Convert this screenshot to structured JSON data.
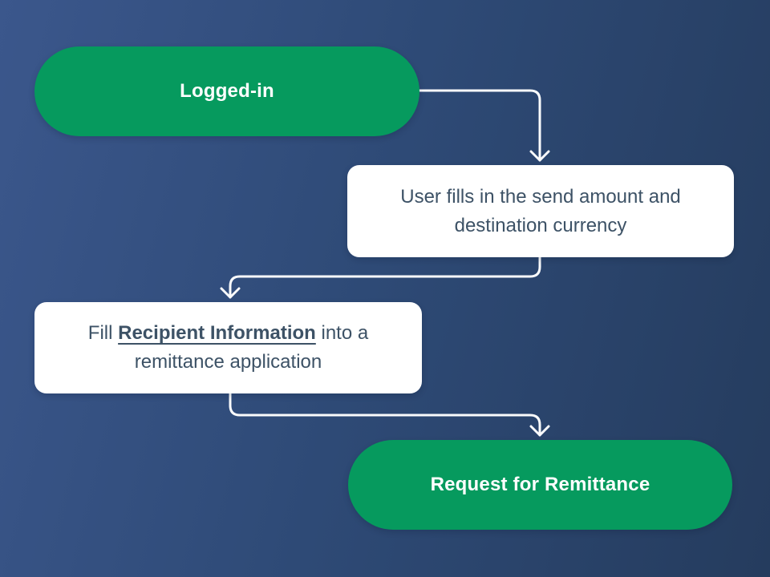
{
  "colors": {
    "bg_left": "#3b578c",
    "bg_mid": "#2e4a76",
    "bg_right": "#253c5e",
    "node_green": "#069a5e",
    "node_white": "#ffffff",
    "text_on_green": "#ffffff",
    "text_on_white": "#3d5266",
    "connector_color": "#fafbfc"
  },
  "flowchart": {
    "type": "flowchart",
    "direction": "top-to-bottom",
    "nodes": [
      {
        "id": "logged-in",
        "shape": "pill",
        "fill": "green",
        "label": "Logged-in"
      },
      {
        "id": "user-fills-send-amount",
        "shape": "rounded-rect",
        "fill": "white",
        "label": "User fills in the send amount and destination currency"
      },
      {
        "id": "fill-recipient-information",
        "shape": "rounded-rect",
        "fill": "white",
        "label_prefix": "Fill ",
        "label_highlight": "Recipient Information",
        "label_suffix": " into a remittance application"
      },
      {
        "id": "request-for-remittance",
        "shape": "pill",
        "fill": "green",
        "label": "Request for Remittance"
      }
    ],
    "edges": [
      {
        "from": "logged-in",
        "to": "user-fills-send-amount"
      },
      {
        "from": "user-fills-send-amount",
        "to": "fill-recipient-information"
      },
      {
        "from": "fill-recipient-information",
        "to": "request-for-remittance"
      }
    ]
  }
}
